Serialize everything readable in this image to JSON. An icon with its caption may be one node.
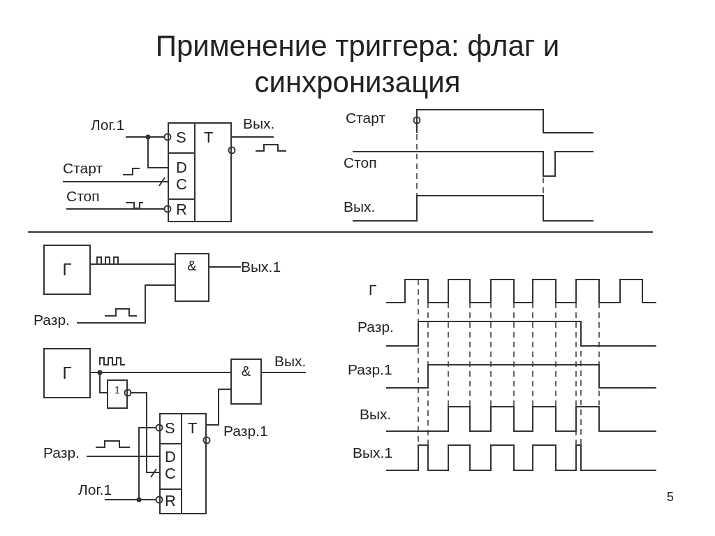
{
  "diagram": {
    "title": "Применение триггера: флаг и синхронизация",
    "nodes": [
      {
        "text": [
          "S",
          "D",
          "C",
          "R",
          "T"
        ]
      },
      {
        "text": [
          "Г"
        ]
      },
      {
        "text": [
          "&"
        ]
      },
      {
        "text": [
          "Г"
        ]
      },
      {
        "text": [
          "1"
        ]
      },
      {
        "text": [
          "&"
        ]
      },
      {
        "text": [
          "S",
          "D",
          "C",
          "R",
          "T"
        ]
      },
      {
        "text": [
          "Лог.1"
        ]
      },
      {
        "text": [
          "Старт"
        ]
      },
      {
        "text": [
          "Стоп"
        ]
      },
      {
        "text": [
          "Вых."
        ]
      },
      {
        "text": [
          "Вых.1"
        ]
      },
      {
        "text": [
          "Разр."
        ]
      },
      {
        "text": [
          "Вых."
        ]
      },
      {
        "text": [
          "Разр."
        ]
      },
      {
        "text": [
          "Лог.1"
        ]
      }
    ],
    "edges": [
      {
        "from": 1,
        "to": 2,
        "arrow": "none"
      },
      {
        "from": 3,
        "to": 5,
        "arrow": "none"
      },
      {
        "from": 3,
        "to": 4,
        "arrow": "none"
      },
      {
        "from": 4,
        "to": 6,
        "arrow": "other"
      },
      {
        "from": 6,
        "to": 5,
        "arrow": "none",
        "label": "Разр.1"
      },
      {
        "from": 7,
        "to": 0,
        "arrow": "other"
      },
      {
        "from": 7,
        "to": 0,
        "arrow": "none"
      },
      {
        "from": 8,
        "to": 0,
        "arrow": "none"
      },
      {
        "from": 9,
        "to": 0,
        "arrow": "other"
      },
      {
        "from": 0,
        "to": 10,
        "arrow": "none"
      },
      {
        "from": 2,
        "to": 11,
        "arrow": "none"
      },
      {
        "from": 12,
        "to": 2,
        "arrow": "none"
      },
      {
        "from": 5,
        "to": 13,
        "arrow": "none"
      },
      {
        "from": 14,
        "to": 6,
        "arrow": "none"
      },
      {
        "from": 15,
        "to": 6,
        "arrow": "other"
      },
      {
        "from": 15,
        "to": 6,
        "arrow": "other"
      }
    ],
    "labels": [
      "Старт",
      "Стоп",
      "Вых.",
      "Г",
      "Разр.",
      "Разр.1",
      "Вых.",
      "Вых.1",
      "5"
    ]
  }
}
